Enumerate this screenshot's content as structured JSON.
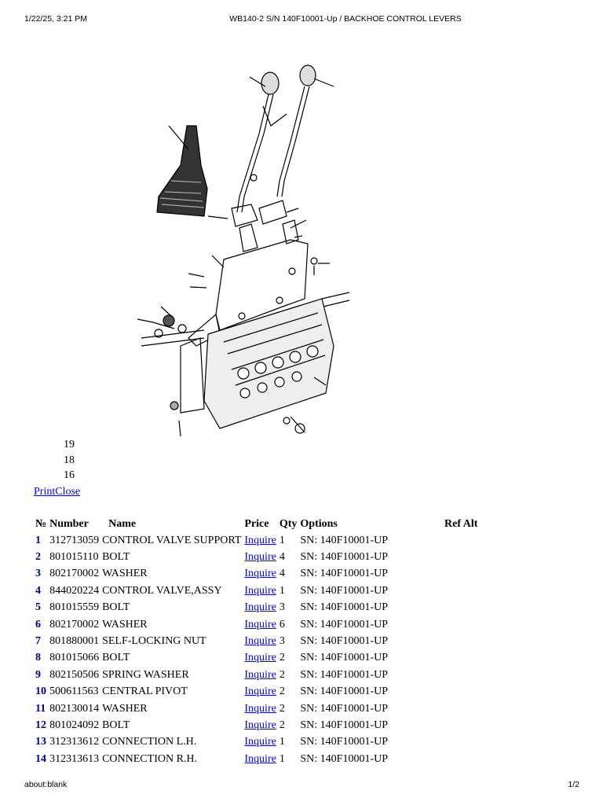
{
  "header": {
    "datetime": "1/22/25, 3:21 PM",
    "title": "WB140-2 S/N 140F10001-Up / BACKHOE CONTROL LEVERS"
  },
  "callouts": [
    "19",
    "18",
    "16"
  ],
  "links": {
    "print": "Print",
    "close": "Close"
  },
  "table": {
    "headers": {
      "no": "№",
      "number": "Number",
      "name": "Name",
      "price": "Price",
      "qty": "Qty",
      "options": "Options",
      "ref": "Ref Alt"
    },
    "rows": [
      {
        "no": "1",
        "number": "312713059",
        "name": "CONTROL VALVE SUPPORT",
        "price": "Inquire",
        "qty": "1",
        "options": "SN: 140F10001-UP"
      },
      {
        "no": "2",
        "number": "801015110",
        "name": "BOLT",
        "price": "Inquire",
        "qty": "4",
        "options": "SN: 140F10001-UP"
      },
      {
        "no": "3",
        "number": "802170002",
        "name": "WASHER",
        "price": "Inquire",
        "qty": "4",
        "options": "SN: 140F10001-UP"
      },
      {
        "no": "4",
        "number": "844020224",
        "name": "CONTROL VALVE,ASSY",
        "price": "Inquire",
        "qty": "1",
        "options": "SN: 140F10001-UP"
      },
      {
        "no": "5",
        "number": "801015559",
        "name": "BOLT",
        "price": "Inquire",
        "qty": "3",
        "options": "SN: 140F10001-UP"
      },
      {
        "no": "6",
        "number": "802170002",
        "name": "WASHER",
        "price": "Inquire",
        "qty": "6",
        "options": "SN: 140F10001-UP"
      },
      {
        "no": "7",
        "number": "801880001",
        "name": "SELF-LOCKING NUT",
        "price": "Inquire",
        "qty": "3",
        "options": "SN: 140F10001-UP"
      },
      {
        "no": "8",
        "number": "801015066",
        "name": "BOLT",
        "price": "Inquire",
        "qty": "2",
        "options": "SN: 140F10001-UP"
      },
      {
        "no": "9",
        "number": "802150506",
        "name": "SPRING WASHER",
        "price": "Inquire",
        "qty": "2",
        "options": "SN: 140F10001-UP"
      },
      {
        "no": "10",
        "number": "500611563",
        "name": "CENTRAL PIVOT",
        "price": "Inquire",
        "qty": "2",
        "options": "SN: 140F10001-UP"
      },
      {
        "no": "11",
        "number": "802130014",
        "name": "WASHER",
        "price": "Inquire",
        "qty": "2",
        "options": "SN: 140F10001-UP"
      },
      {
        "no": "12",
        "number": "801024092",
        "name": "BOLT",
        "price": "Inquire",
        "qty": "2",
        "options": "SN: 140F10001-UP"
      },
      {
        "no": "13",
        "number": "312313612",
        "name": "CONNECTION L.H.",
        "price": "Inquire",
        "qty": "1",
        "options": "SN: 140F10001-UP"
      },
      {
        "no": "14",
        "number": "312313613",
        "name": "CONNECTION R.H.",
        "price": "Inquire",
        "qty": "1",
        "options": "SN: 140F10001-UP"
      }
    ]
  },
  "footer": {
    "url": "about:blank",
    "page": "1/2"
  }
}
